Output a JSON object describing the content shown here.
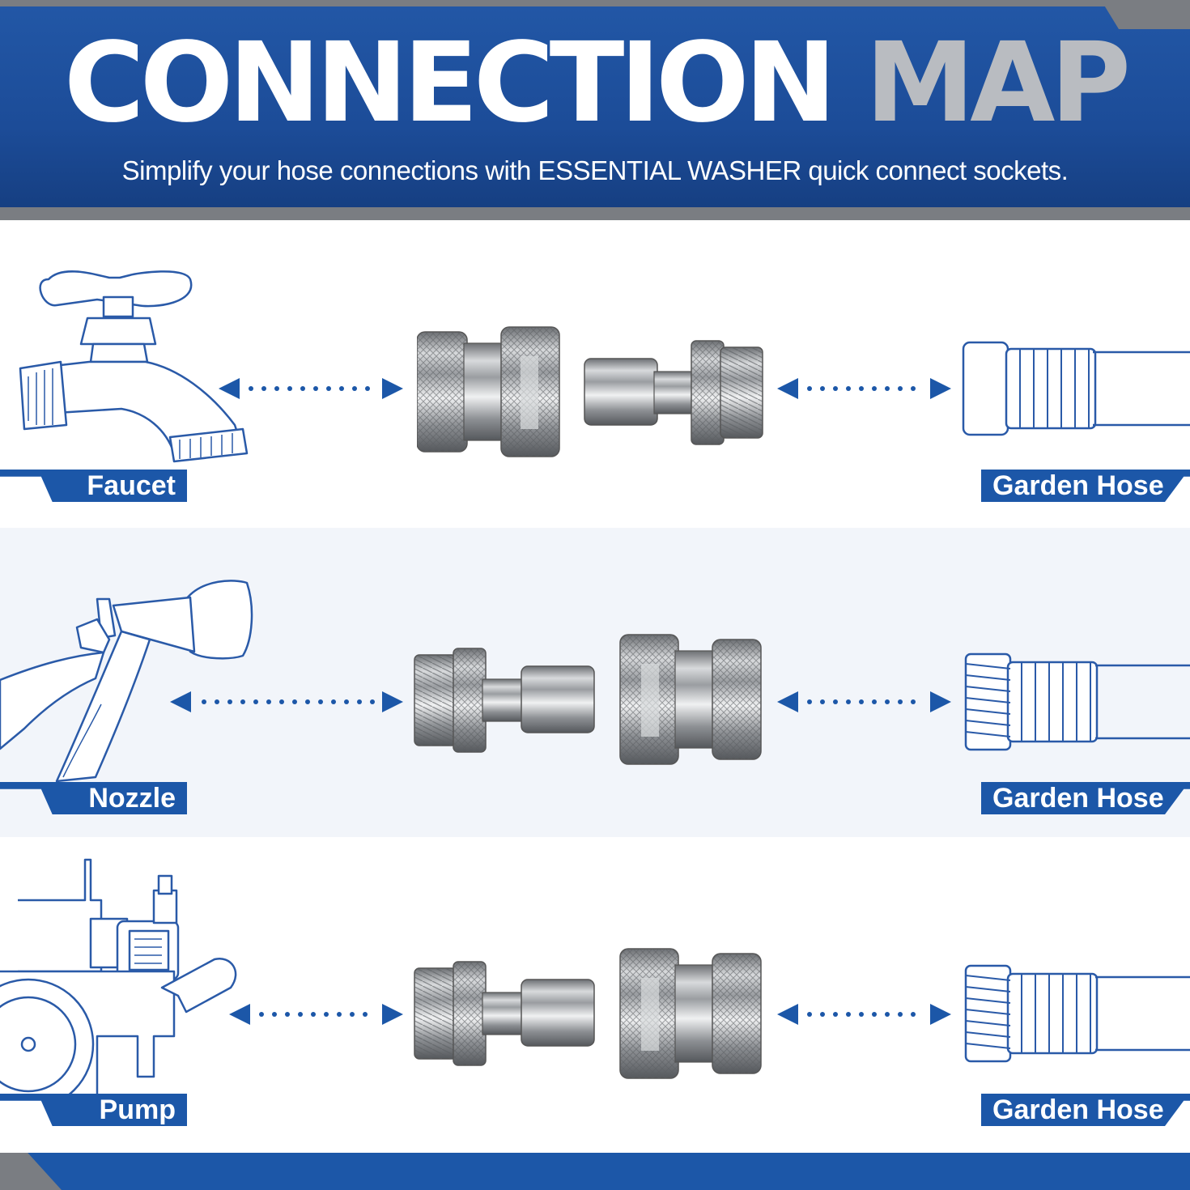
{
  "header": {
    "title_word1": "CONNECTION",
    "title_word2": "MAP",
    "subtitle": "Simplify your hose connections with ESSENTIAL WASHER quick connect sockets."
  },
  "rows": [
    {
      "left_label": "Faucet",
      "right_label": "Garden Hose"
    },
    {
      "left_label": "Nozzle",
      "right_label": "Garden Hose"
    },
    {
      "left_label": "Pump",
      "right_label": "Garden Hose"
    }
  ],
  "colors": {
    "brand_blue": "#1c57a8",
    "header_gray": "#7a7d82",
    "outline_blue": "#2a5aa8",
    "title_gray": "#b9bcc1"
  }
}
